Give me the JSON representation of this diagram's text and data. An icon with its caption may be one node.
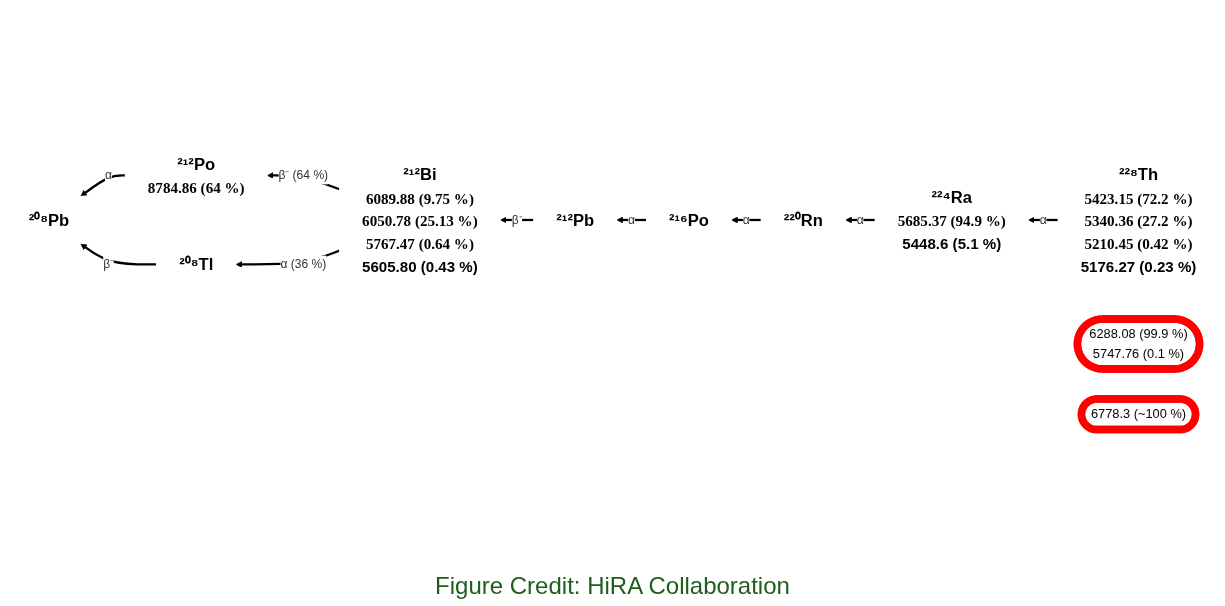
{
  "diagram": {
    "caption": "Figure Credit: HiRA Collaboration",
    "nodes": [
      {
        "text": [
          "²²⁸Th",
          "5423.15 (72.2 %)",
          "5340.36 (27.2 %)",
          "5210.45 (0.42 %)",
          "5176.27 (0.23 %)"
        ]
      },
      {
        "text": [
          "²²⁴Ra",
          "5685.37 (94.9 %)",
          "5448.6 (5.1 %)"
        ]
      },
      {
        "text": [
          "²²⁰Rn"
        ]
      },
      {
        "text": [
          "6288.08 (99.9 %)",
          "5747.76 (0.1 %)"
        ]
      },
      {
        "text": [
          "²¹⁶Po"
        ]
      },
      {
        "text": [
          "6778.3 (~100 %)"
        ]
      },
      {
        "text": [
          "²¹²Pb"
        ]
      },
      {
        "text": [
          "²¹²Bi",
          "6089.88 (9.75 %)",
          "6050.78 (25.13 %)",
          "5767.47 (0.64 %)",
          "5605.80 (0.43 %)"
        ]
      },
      {
        "text": [
          "²¹²Po",
          "8784.86 (64 %)"
        ]
      },
      {
        "text": [
          "²⁰⁸Pb"
        ]
      },
      {
        "text": [
          "²⁰⁸Tl"
        ]
      }
    ],
    "edges": [
      {
        "from": 0,
        "to": 1,
        "arrow": "to",
        "label": "α"
      },
      {
        "from": 1,
        "to": 2,
        "arrow": "to",
        "label": "α"
      },
      {
        "from": 2,
        "to": 4,
        "arrow": "to",
        "label": "α"
      },
      {
        "from": 4,
        "to": 6,
        "arrow": "to",
        "label": "α"
      },
      {
        "from": 6,
        "to": 7,
        "arrow": "to",
        "label": "β⁻"
      },
      {
        "from": 7,
        "to": 8,
        "arrow": "to",
        "label": "β⁻ (64 %)"
      },
      {
        "from": 7,
        "to": 10,
        "arrow": "to",
        "label": "α (36 %)"
      },
      {
        "from": 8,
        "to": 9,
        "arrow": "to",
        "label": "α"
      },
      {
        "from": 10,
        "to": 9,
        "arrow": "to",
        "label": "β⁻"
      }
    ]
  }
}
